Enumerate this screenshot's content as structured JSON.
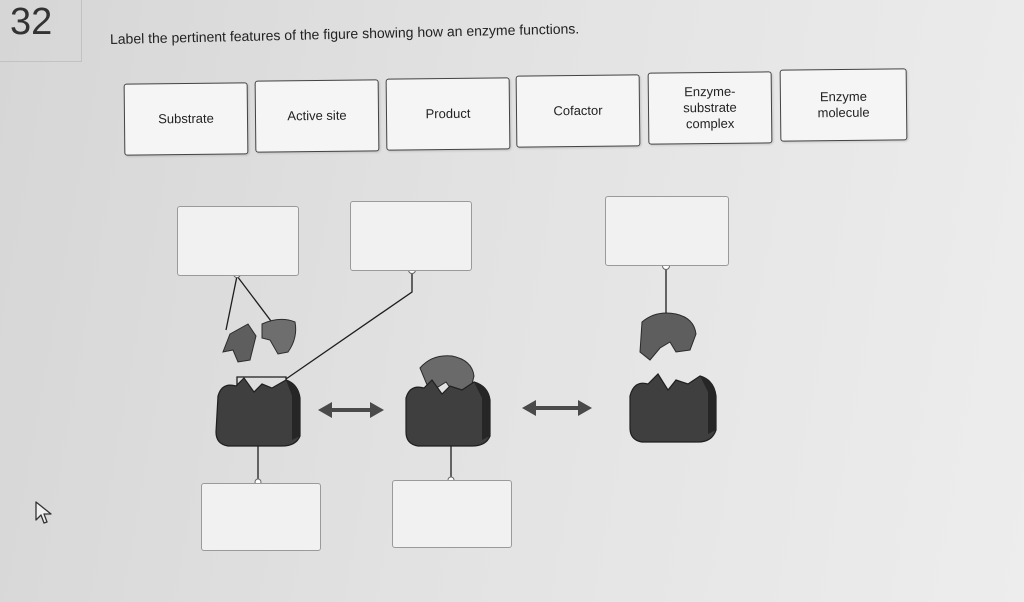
{
  "question": {
    "number": "32",
    "prompt": "Label the pertinent features of the figure showing how an enzyme functions."
  },
  "label_bank": [
    {
      "label": "Substrate"
    },
    {
      "label": "Active site"
    },
    {
      "label": "Product"
    },
    {
      "label": "Cofactor"
    },
    {
      "label": "Enzyme-\nsubstrate\ncomplex"
    },
    {
      "label": "Enzyme\nmolecule"
    }
  ],
  "drop_zones": [
    {
      "value": ""
    },
    {
      "value": ""
    },
    {
      "value": ""
    },
    {
      "value": ""
    },
    {
      "value": ""
    }
  ],
  "colors": {
    "enzyme_dark": "#3b3b3b",
    "enzyme_mid": "#5a5a5a",
    "substrate": "#6a6a6a",
    "arrow": "#4a4a4a"
  },
  "icons": {
    "pointer": "mouse-pointer-icon",
    "arrow": "double-arrow-icon"
  }
}
